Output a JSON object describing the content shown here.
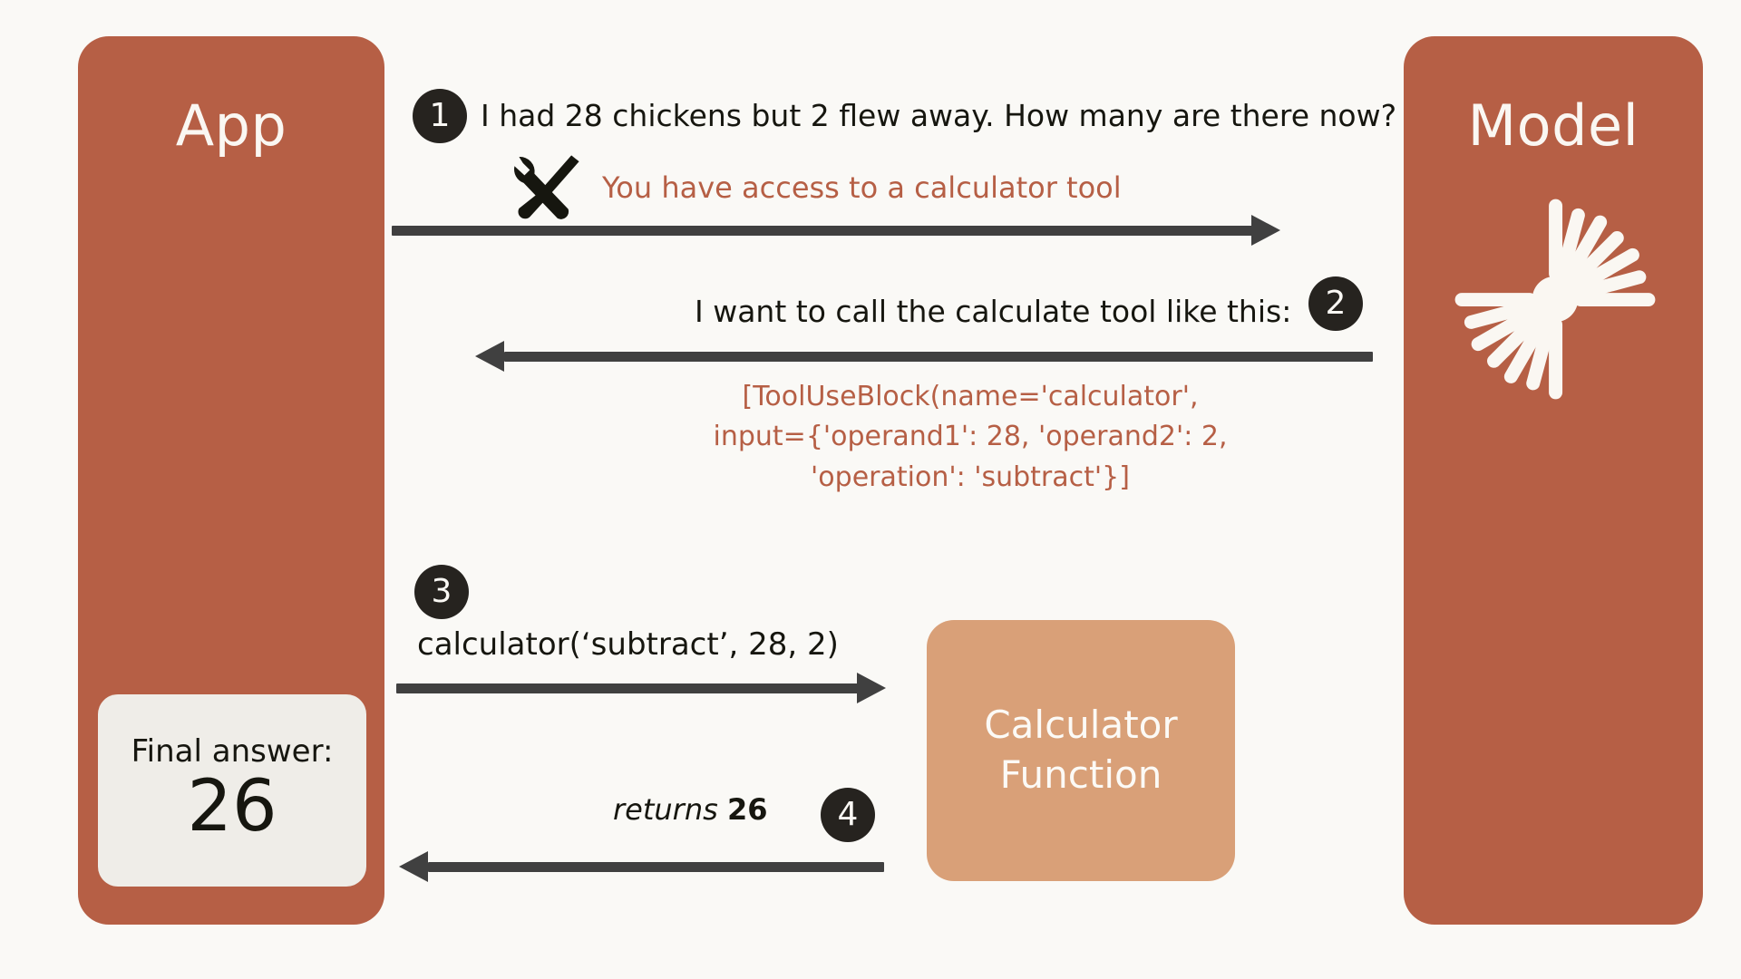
{
  "colors": {
    "background": "#FAF9F6",
    "panel": "#B65F45",
    "accent_text": "#B65F45",
    "calculator_box": "#D9A078",
    "badge": "#26231F",
    "arrow": "#404040",
    "card": "#EFEDE8",
    "dark_text": "#16160F"
  },
  "panels": {
    "app": {
      "title": "App"
    },
    "model": {
      "title": "Model",
      "icon": "sunburst-icon"
    }
  },
  "final_answer": {
    "label": "Final answer:",
    "value": "26"
  },
  "calculator_box": {
    "line1": "Calculator",
    "line2": "Function"
  },
  "steps": [
    {
      "number": "1",
      "direction": "app-to-model",
      "message": "I had 28 chickens but 2 flew away. How many are there now?",
      "tool_note": "You have access to a calculator tool",
      "tool_icon": "tools-icon"
    },
    {
      "number": "2",
      "direction": "model-to-app",
      "message": "I want to call the calculate tool like this:",
      "code_lines": [
        "[ToolUseBlock(name='calculator',",
        "input={'operand1': 28, 'operand2': 2,",
        "'operation': 'subtract'}]"
      ]
    },
    {
      "number": "3",
      "direction": "app-to-calculator",
      "message": "calculator(‘subtract’, 28, 2)"
    },
    {
      "number": "4",
      "direction": "calculator-to-app",
      "message_prefix": "returns",
      "message_value": "26"
    }
  ]
}
